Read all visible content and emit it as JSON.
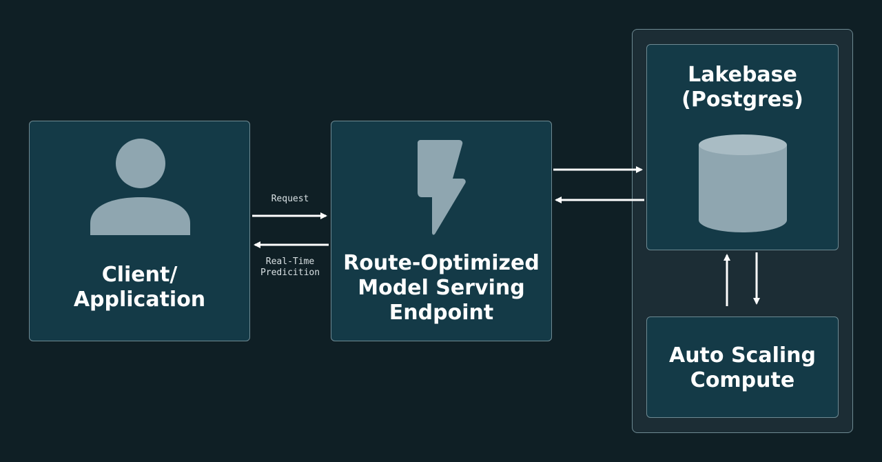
{
  "client": {
    "label": "Client/\nApplication",
    "icon": "user-icon"
  },
  "endpoint": {
    "label": "Route-Optimized\nModel Serving\nEndpoint",
    "icon": "lightning-icon"
  },
  "database": {
    "label": "Lakebase\n(Postgres)",
    "icon": "database-cylinder-icon"
  },
  "compute": {
    "label": "Auto Scaling\nCompute"
  },
  "edges": {
    "request_label": "Request",
    "response_label": "Real-Time\nPredicition"
  },
  "colors": {
    "background": "#0f1f25",
    "box_fill": "#143a47",
    "box_border": "#6e8a93",
    "icon": "#8fa6b0",
    "arrow": "#ffffff"
  }
}
